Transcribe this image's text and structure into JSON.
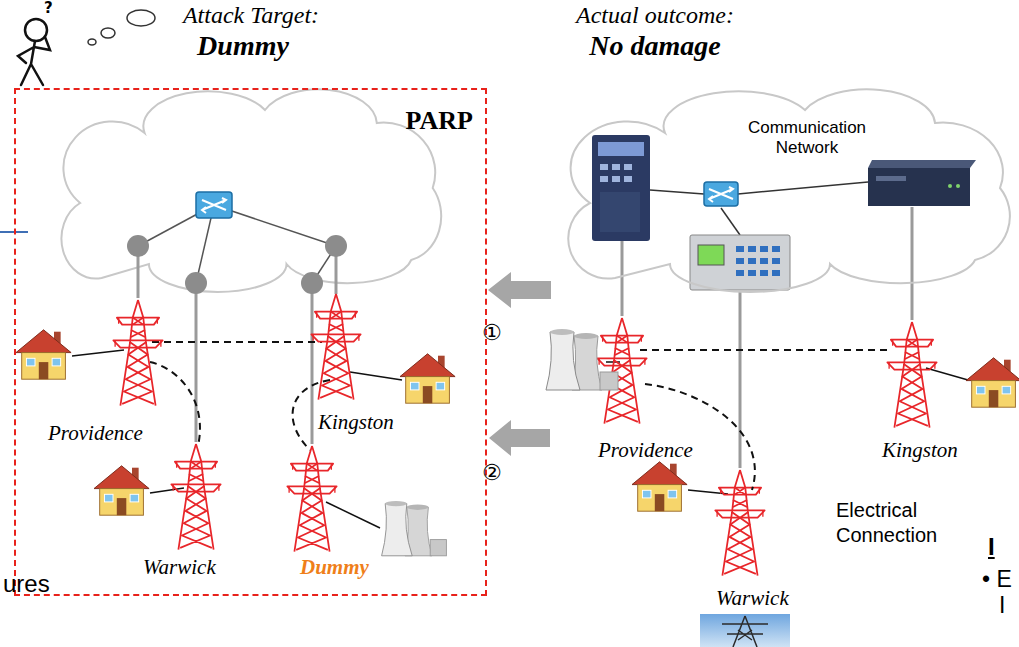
{
  "diagram": {
    "nodes": [
      {
        "text": [
          "PARP"
        ]
      },
      {
        "text": [
          "Communication Network"
        ]
      }
    ],
    "edges": [
      {
        "from": 1,
        "to": 0,
        "arrow": "to"
      }
    ],
    "labels": [
      "?",
      "Attack Target:",
      "Dummy",
      "Actual outcome:",
      "No damage",
      "Providence",
      "Kingston",
      "Warwick",
      "Dummy",
      "①",
      "②",
      "Providence",
      "Kingston",
      "Warwick",
      "Electrical Connection",
      "I",
      "• E",
      "I",
      "ures"
    ]
  }
}
